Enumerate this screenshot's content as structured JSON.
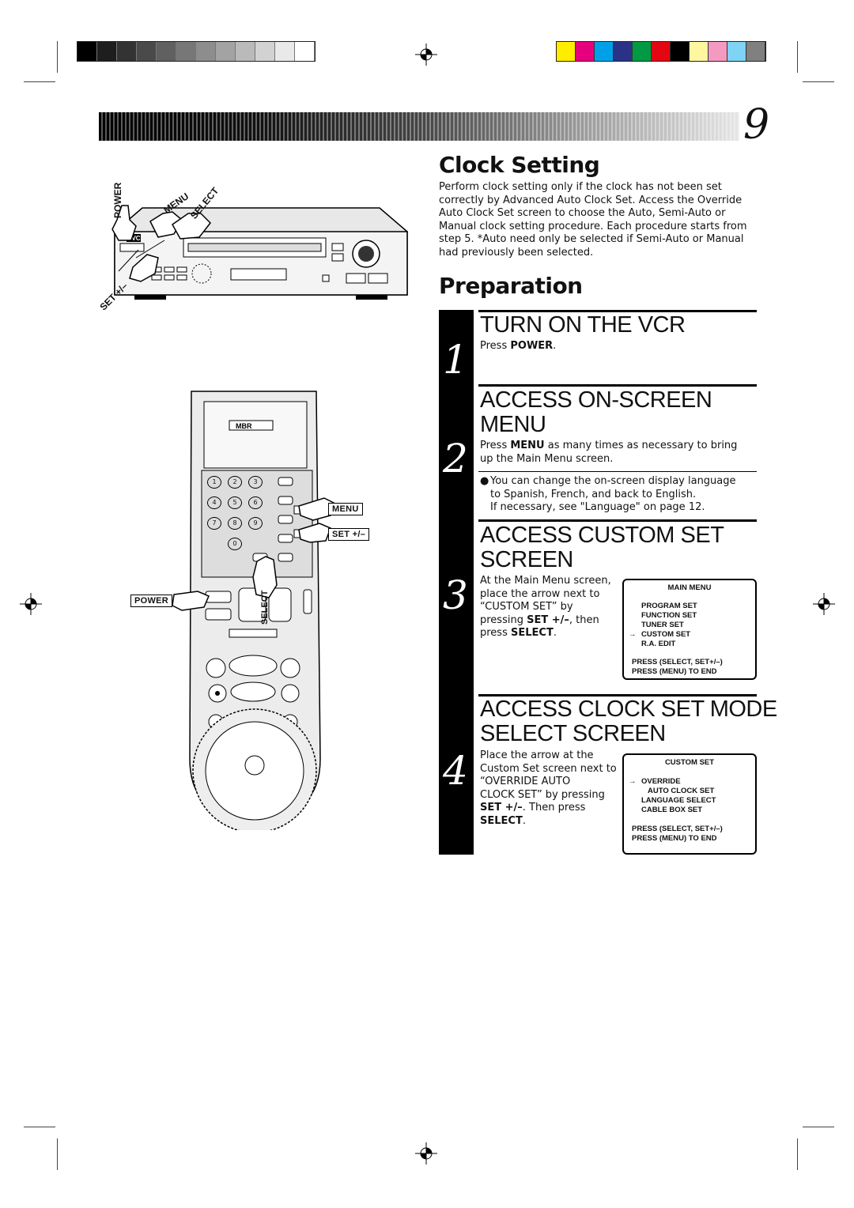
{
  "page": {
    "number": "9"
  },
  "registration": {
    "gray_swatches": [
      "#000000",
      "#1e1e1e",
      "#333333",
      "#4a4a4a",
      "#606060",
      "#777777",
      "#8d8d8d",
      "#a3a3a3",
      "#bababa",
      "#d2d2d2",
      "#e9e9e9",
      "#ffffff"
    ],
    "color_swatches": [
      "#ffed00",
      "#e6007e",
      "#00a0e9",
      "#2a3287",
      "#009a44",
      "#e30613",
      "#000000",
      "#fff7a0",
      "#f49ac1",
      "#7fd3f5",
      "#808080"
    ]
  },
  "section": {
    "title": "Clock Setting",
    "intro": "Perform clock setting only if the clock has not been set correctly by Advanced Auto Clock Set. Access the Override Auto Clock Set screen to choose the Auto, Semi-Auto or Manual clock setting procedure. Each procedure starts from step 5. *Auto need only be selected if Semi-Auto or Manual had previously been selected.",
    "subtitle": "Preparation"
  },
  "steps": [
    {
      "num": "1",
      "heading": "TURN ON THE VCR",
      "text_pre": "Press ",
      "text_bold": "POWER",
      "text_post": "."
    },
    {
      "num": "2",
      "heading_line1": "ACCESS ON-SCREEN",
      "heading_line2": "MENU",
      "text_pre": "Press ",
      "text_bold": "MENU",
      "text_post": " as many times as necessary to bring up the Main Menu screen.",
      "note": "You can change the on-screen display language to Spanish, French, and back to English.",
      "note2": "If necessary, see \"Language\" on page 12."
    },
    {
      "num": "3",
      "heading_line1": "ACCESS CUSTOM SET",
      "heading_line2": "SCREEN",
      "l1": "At the Main Menu screen,",
      "l2": "place the arrow next to",
      "l3": "“CUSTOM SET” by",
      "l4_pre": "pressing ",
      "l4_bold": "SET +/–",
      "l4_post": ", then",
      "l5_pre": "press ",
      "l5_bold": "SELECT",
      "l5_post": "."
    },
    {
      "num": "4",
      "heading_line1": "ACCESS CLOCK SET MODE",
      "heading_line2": "SELECT SCREEN",
      "l1": "Place the arrow at the",
      "l2": "Custom Set screen next to",
      "l3": "“OVERRIDE AUTO",
      "l4": "CLOCK SET” by pressing",
      "l5_bold": "SET +/–",
      "l5_post": ". Then press",
      "l6_bold": "SELECT",
      "l6_post": "."
    }
  ],
  "main_menu_screen": {
    "title": "MAIN MENU",
    "items": [
      "PROGRAM SET",
      "FUNCTION SET",
      "TUNER SET",
      "CUSTOM SET",
      "R.A. EDIT"
    ],
    "selected_index": 3,
    "footer": [
      "PRESS (SELECT, SET+/–)",
      "PRESS (MENU) TO END"
    ]
  },
  "custom_set_screen": {
    "title": "CUSTOM SET",
    "items": [
      "OVERRIDE",
      "AUTO CLOCK SET",
      "LANGUAGE SELECT",
      "CABLE BOX SET"
    ],
    "selected_index": 0,
    "footer": [
      "PRESS (SELECT, SET+/–)",
      "PRESS (MENU) TO END"
    ]
  },
  "vcr_illustration": {
    "labels": {
      "power": "POWER",
      "menu": "MENU",
      "select": "SELECT",
      "set": "SET +/–"
    },
    "brand": "JVC"
  },
  "remote_illustration": {
    "labels": {
      "menu": "MENU",
      "set": "SET +/–",
      "power": "POWER",
      "select": "SELECT"
    },
    "keypad": [
      "1",
      "2",
      "3",
      "4",
      "5",
      "6",
      "7",
      "8",
      "9",
      "0"
    ],
    "logo": "MBR"
  }
}
